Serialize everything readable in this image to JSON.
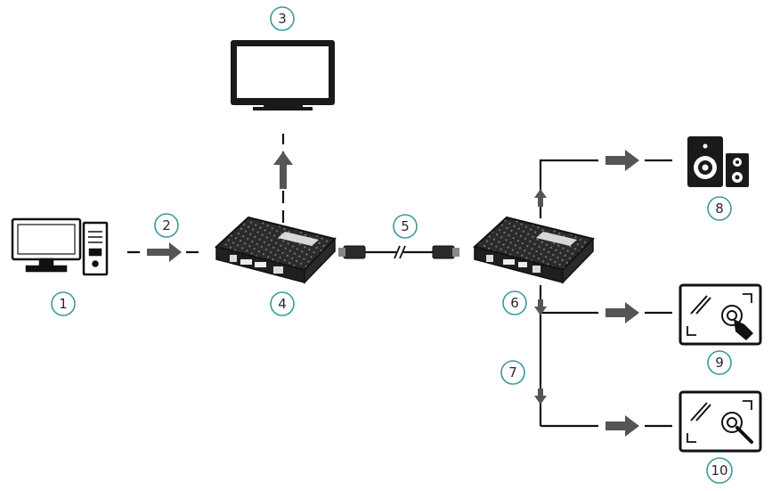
{
  "colors": {
    "stroke": "#111111",
    "device": "#1f1f1f",
    "arrow": "#555555",
    "badge": "#3a9a9a",
    "screen": "#ffffff"
  },
  "icons": {
    "pc": "desktop-computer-icon",
    "tv": "monitor-icon",
    "tx": "transmitter-box-icon",
    "rx": "receiver-box-icon",
    "cable": "ethernet-cable-icon",
    "speakers": "speaker-icon",
    "touch1": "touch-panel-icon",
    "touch2": "touch-panel-icon"
  },
  "labels": {
    "n1": "1",
    "n2": "2",
    "n3": "3",
    "n4": "4",
    "n5": "5",
    "n6": "6",
    "n7": "7",
    "n8": "8",
    "n9": "9",
    "n10": "10"
  }
}
